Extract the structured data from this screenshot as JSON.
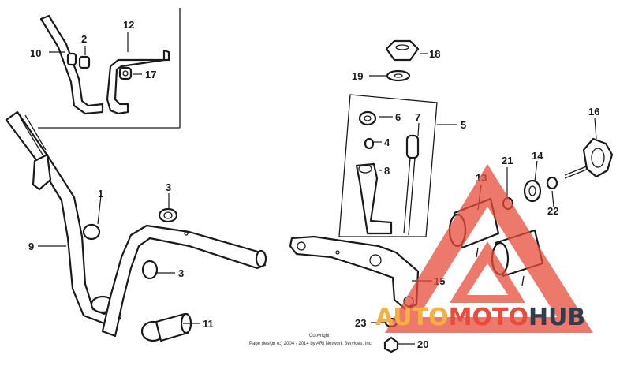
{
  "diagram": {
    "callouts": {
      "c1": "1",
      "c2": "2",
      "c3a": "3",
      "c3b": "3",
      "c4": "4",
      "c5": "5",
      "c6": "6",
      "c7": "7",
      "c8": "8",
      "c9": "9",
      "c10": "10",
      "c11": "11",
      "c12": "12",
      "c13": "13",
      "c14": "14",
      "c15": "15",
      "c16": "16",
      "c17": "17",
      "c18": "18",
      "c19": "19",
      "c20": "20",
      "c21": "21",
      "c22": "22",
      "c23": "23"
    },
    "copyright": {
      "line1": "Copyright",
      "line2": "Page design (c) 2004 - 2014 by ARI Network Services, Inc."
    }
  },
  "watermark": {
    "word_a": "AUTO",
    "word_b": "MOTO",
    "word_c": "HUB",
    "color_a": "#f5b041",
    "color_b": "#e74c3c",
    "color_c": "#2c3e50",
    "triangle_color": "#e74c3c"
  }
}
